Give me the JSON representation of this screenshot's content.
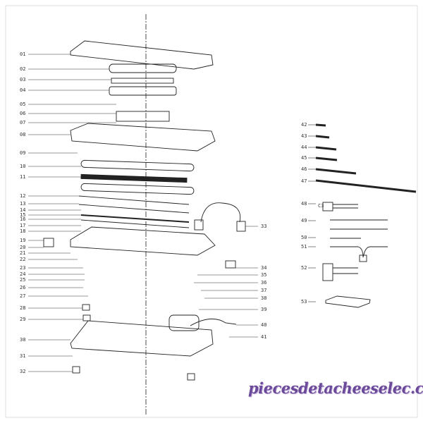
{
  "diagram": {
    "title": "Exploded parts view",
    "left_labels": [
      "01",
      "02",
      "03",
      "04",
      "05",
      "06",
      "07",
      "08",
      "09",
      "10",
      "11",
      "12",
      "13",
      "14",
      "15",
      "16",
      "17",
      "18",
      "19",
      "20",
      "21",
      "22",
      "23",
      "24",
      "25",
      "26",
      "27",
      "28",
      "29",
      "30",
      "31",
      "32"
    ],
    "middle_labels": [
      "33",
      "34",
      "35",
      "36",
      "37",
      "38",
      "39",
      "40",
      "41"
    ],
    "right_labels": [
      "42",
      "43",
      "44",
      "45",
      "46",
      "47",
      "48",
      "49",
      "50",
      "51",
      "52",
      "53"
    ],
    "connector_tag": "C3",
    "watermark": "piecesdetacheeselec.com"
  },
  "colors": {
    "line": "#222222",
    "watermark": "#6b4a9a"
  }
}
